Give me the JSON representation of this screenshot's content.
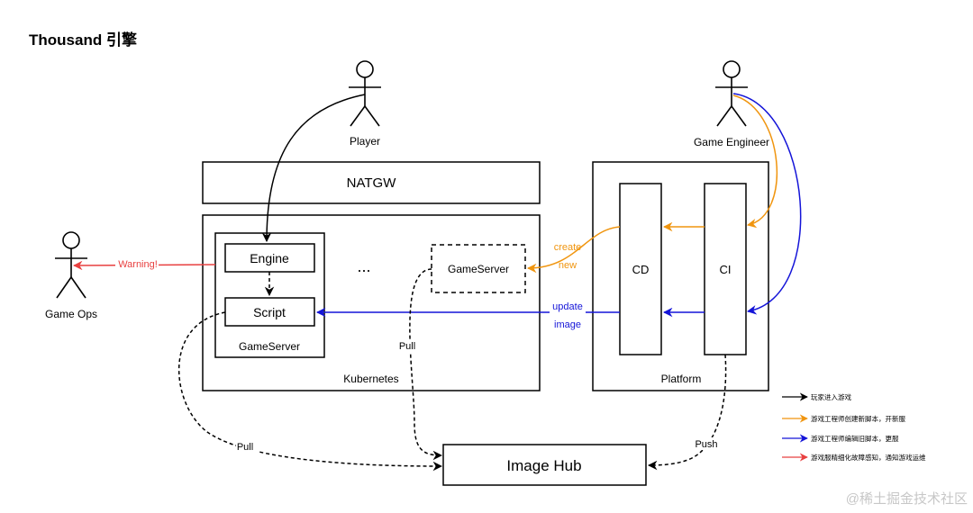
{
  "title": "Thousand 引擎",
  "actors": {
    "player": "Player",
    "engineer": "Game Engineer",
    "ops": "Game Ops"
  },
  "boxes": {
    "natgw": "NATGW",
    "kubernetes": "Kubernetes",
    "engine": "Engine",
    "script": "Script",
    "gameserver_inner": "GameServer",
    "ellipsis": "...",
    "gameserver_dashed": "GameServer",
    "platform": "Platform",
    "cd": "CD",
    "ci": "CI",
    "image_hub": "Image Hub"
  },
  "edge_labels": {
    "warning": "Warning!",
    "create": "create",
    "new": "new",
    "update": "update",
    "image": "image",
    "pull_right": "Pull",
    "pull_left": "Pull",
    "push": "Push"
  },
  "legend": [
    {
      "label": "玩家进入游戏",
      "color": "#000000"
    },
    {
      "label": "游戏工程师创建新脚本，开新服",
      "color": "#f0950f"
    },
    {
      "label": "游戏工程师编辑旧脚本，更服",
      "color": "#1414d8"
    },
    {
      "label": "游戏服精细化故障感知，通知游戏运维",
      "color": "#e84040"
    }
  ],
  "watermark": "@稀土掘金技术社区",
  "colors": {
    "black": "#000000",
    "orange": "#f0950f",
    "blue": "#1414d8",
    "red": "#e84040"
  }
}
